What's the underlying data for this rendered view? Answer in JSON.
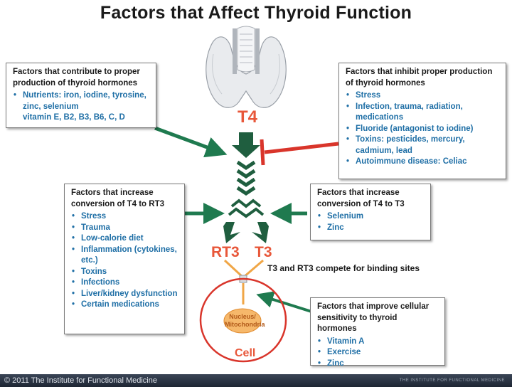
{
  "title": "Factors that Affect Thyroid Function",
  "colors": {
    "green": "#1f7a4f",
    "red": "#d9352b",
    "orange": "#e8573a",
    "blue": "#1f6fa6"
  },
  "labels": {
    "t4": "T4",
    "rt3": "RT3",
    "t3": "T3",
    "compete": "T3 and RT3 compete for binding sites",
    "nucleus": "Nucleus/ Mitochondria",
    "cell": "Cell"
  },
  "boxes": {
    "contribute": {
      "header": "Factors that contribute to proper production of thyroid hormones",
      "items": [
        "Nutrients:  iron, iodine, tyrosine, zinc, selenium"
      ],
      "sub": "vitamin E, B2, B3, B6, C, D"
    },
    "inhibit": {
      "header": "Factors that inhibit proper production of thyroid hormones",
      "items": [
        "Stress",
        "Infection, trauma, radiation, medications",
        "Fluoride (antagonist to iodine)",
        "Toxins: pesticides, mercury, cadmium, lead",
        "Autoimmune disease: Celiac"
      ]
    },
    "rt3": {
      "header": "Factors that increase conversion of T4 to RT3",
      "items": [
        "Stress",
        "Trauma",
        "Low-calorie diet",
        "Inflammation (cytokines, etc.)",
        "Toxins",
        "Infections",
        "Liver/kidney dysfunction",
        "Certain medications"
      ]
    },
    "t3": {
      "header": "Factors that increase conversion of T4 to T3",
      "items": [
        "Selenium",
        "Zinc"
      ]
    },
    "sensitivity": {
      "header": "Factors that improve cellular sensitivity to thyroid hormones",
      "items": [
        "Vitamin A",
        "Exercise",
        "Zinc"
      ]
    }
  },
  "footer": "© 2011 The Institute for Functional Medicine",
  "footer_right": "THE INSTITUTE FOR FUNCTIONAL MEDICINE"
}
